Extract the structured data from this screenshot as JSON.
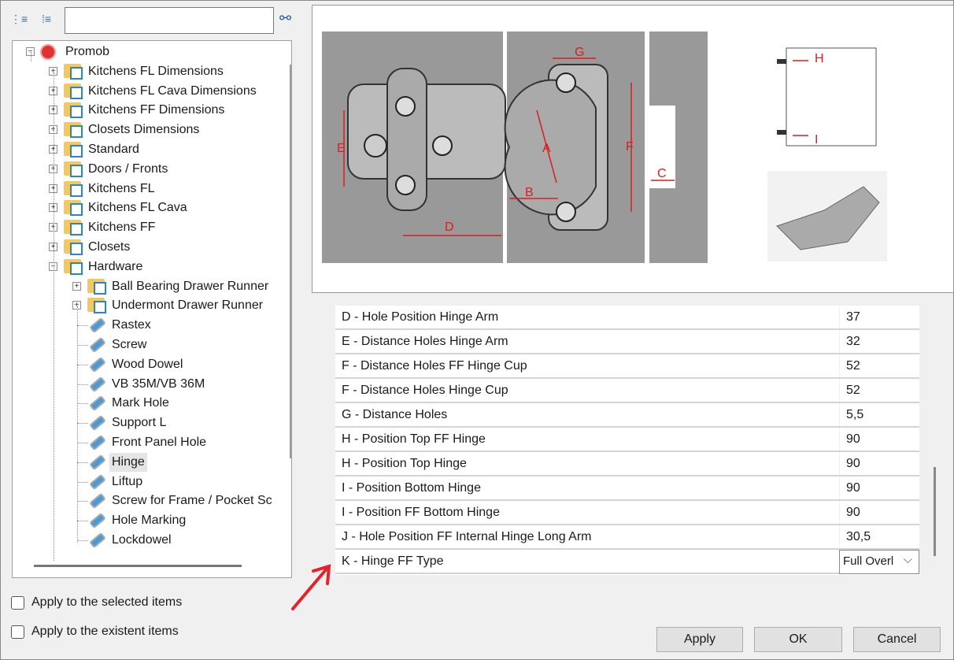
{
  "toolbar": {
    "collapse_icon": "tree-collapse-icon",
    "expand_icon": "tree-expand-icon",
    "search_value": "",
    "search_icon": "binoculars-icon"
  },
  "tree": {
    "root": "Promob",
    "level1": [
      "Kitchens FL Dimensions",
      "Kitchens FL Cava Dimensions",
      "Kitchens FF Dimensions",
      "Closets Dimensions",
      "Standard",
      "Doors / Fronts",
      "Kitchens FL",
      "Kitchens FL Cava",
      "Kitchens FF",
      "Closets",
      "Hardware"
    ],
    "hardware_folders": [
      "Ball Bearing Drawer Runner",
      "Undermont Drawer Runner"
    ],
    "hardware_items": [
      "Rastex",
      "Screw",
      "Wood Dowel",
      "VB 35M/VB 36M",
      "Mark Hole",
      "Support L",
      "Front Panel Hole",
      "Hinge",
      "Liftup",
      "Screw for Frame / Pocket Sc",
      "Hole Marking",
      "Lockdowel"
    ],
    "selected": "Hinge"
  },
  "options": {
    "apply_selected": "Apply to the selected items",
    "apply_existent": "Apply to the existent items"
  },
  "diagram": {
    "labels": [
      "A",
      "B",
      "C",
      "D",
      "E",
      "F",
      "G",
      "H",
      "I"
    ]
  },
  "properties": [
    {
      "label": "D - Hole Position Hinge Arm",
      "value": "37"
    },
    {
      "label": "E - Distance Holes Hinge Arm",
      "value": "32"
    },
    {
      "label": "F - Distance Holes FF Hinge Cup",
      "value": "52"
    },
    {
      "label": "F - Distance Holes Hinge Cup",
      "value": "52"
    },
    {
      "label": "G - Distance Holes",
      "value": "5,5"
    },
    {
      "label": "H - Position Top FF Hinge",
      "value": "90"
    },
    {
      "label": "H - Position Top Hinge",
      "value": "90"
    },
    {
      "label": "I - Position Bottom Hinge",
      "value": "90"
    },
    {
      "label": "I - Position FF Bottom Hinge",
      "value": "90"
    },
    {
      "label": "J - Hole Position FF Internal Hinge Long Arm",
      "value": "30,5"
    },
    {
      "label": "K - Hinge FF Type",
      "value": "Full Overl"
    }
  ],
  "buttons": {
    "apply": "Apply",
    "ok": "OK",
    "cancel": "Cancel"
  },
  "colors": {
    "annotation": "#e8202a",
    "dimension": "#d42020"
  }
}
